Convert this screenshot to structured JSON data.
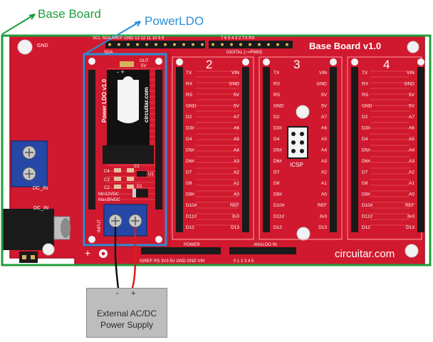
{
  "callouts": {
    "base_board": "Base Board",
    "power_ldo": "PowerLDO"
  },
  "board": {
    "title": "Base Board v1.0",
    "slot_numbers": [
      "2",
      "3",
      "4"
    ],
    "gnd_label": "GND",
    "dc_in_label": "DC_IN",
    "dc_in_label_2": "DC_IN",
    "icsp_label": "ICSP",
    "digital_label": "DIGITAL (~=PWM)",
    "power_header_label": "POWER",
    "analog_header_label": "ANALOG IN",
    "power_pins": "IOREF RS 3V3 5V GND GND VIN",
    "analog_pins": "0 1 2 3 4 5",
    "top_pins": "SCL SDA AREF GND 13 12 11 10 9 8",
    "top_pins_2": "7 6 5 4 3 2 TX RX",
    "sda_label": "SDA",
    "brand": "circuitar.com",
    "colors": {
      "board": "#d0192e",
      "board_edge": "#a60f20",
      "silk": "#ffffff",
      "header": "#1a1a1a"
    }
  },
  "slot_pins": {
    "left": [
      "TX",
      "RX",
      "RS",
      "GND",
      "D2",
      "D3#",
      "D4",
      "D5#",
      "D6#",
      "D7",
      "D8",
      "D9#",
      "D10#",
      "D11#",
      "D12"
    ],
    "right": [
      "VIN",
      "GND",
      "5V",
      "5V",
      "A7",
      "A6",
      "A5",
      "A4",
      "A3",
      "A2",
      "A1",
      "A0",
      "REF",
      "3v3",
      "D13"
    ]
  },
  "ldo_module": {
    "title": "Power LDO v1.0",
    "brand": "circuitar.com",
    "out_label": "OUT",
    "out_voltage": "5V",
    "plus_minus": "- +",
    "caps": [
      "C4",
      "C3",
      "C2"
    ],
    "c1": "C1",
    "u1": "U1",
    "d1": "D1",
    "min_v": "Min12VDC",
    "max_v": "Max35VDC",
    "input_label": "INPUT"
  },
  "power_supply": {
    "label": "External AC/DC\nPower Supply",
    "minus": "-",
    "plus": "+"
  },
  "colors": {
    "base_outline": "#1e9e3a",
    "ldo_outline": "#2a8fd6",
    "wire_neg": "#111111",
    "wire_pos": "#e01b1b",
    "terminal_blue": "#2548a8"
  }
}
